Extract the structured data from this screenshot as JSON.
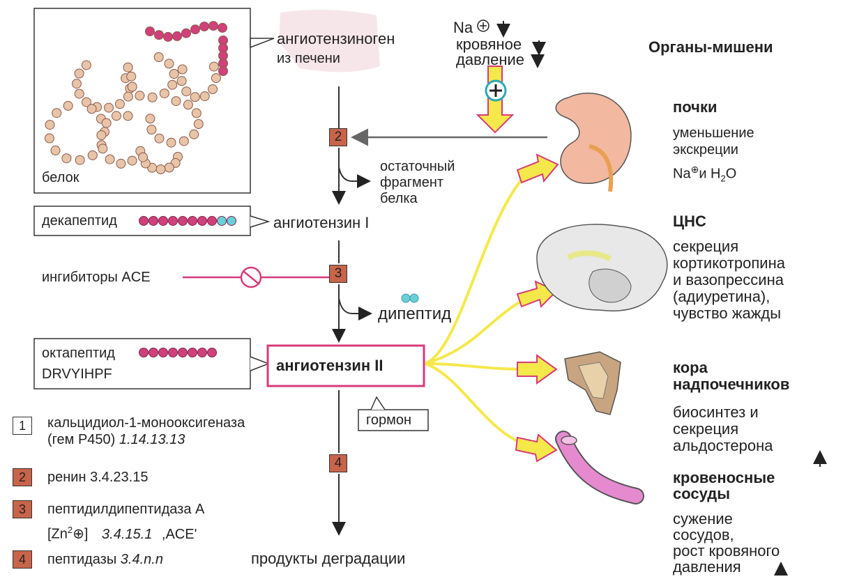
{
  "header": {
    "target_organs_title": "Органы-мишени"
  },
  "protein_box": {
    "label": "белок"
  },
  "pathway": {
    "angiotensinogen": "ангиотензиноген",
    "from_liver": "из печени",
    "stimulus_na": "Na",
    "stimulus_pressure_1": "кровяное",
    "stimulus_pressure_2": "давление",
    "residual_1": "остаточный",
    "residual_2": "фрагмент",
    "residual_3": "белка",
    "angiotensin_1": "ангиотензин I",
    "dipeptide": "дипептид",
    "angiotensin_2": "ангиотензин II",
    "hormone": "гормон",
    "degradation": "продукты деградации",
    "enzyme_2": "2",
    "enzyme_3": "3",
    "enzyme_4": "4"
  },
  "side_labels": {
    "decapeptide": "декапептид",
    "ace_inhibitors": "ингибиторы ACE",
    "octapeptide": "октапептид",
    "sequence": "DRVYIHPF"
  },
  "legend": [
    {
      "num": "1",
      "line1": "кальцидиол-1-монооксигеназа",
      "line2_plain": "(гем P450) ",
      "line2_italic": "1.14.13.13"
    },
    {
      "num": "2",
      "line1": "ренин 3.4.23.15"
    },
    {
      "num": "3",
      "line1": "пептидилдипептидаза А",
      "line2_plain": "[Zn",
      "line2_sup": "2",
      "line2_rest": "]",
      "line2_italic": "3.4.15.1",
      "line2_tail": ",ACE'"
    },
    {
      "num": "4",
      "line1_plain": "пептидазы ",
      "line1_italic": "3.4.n.n"
    }
  ],
  "organs": {
    "kidneys": {
      "title": "почки",
      "l1": "уменьшение",
      "l2": "экскреции",
      "l3": "Na",
      "l3b": "и H",
      "l3c": "2",
      "l3d": "O"
    },
    "cns": {
      "title": "ЦНС",
      "l1": "секреция",
      "l2": "кортикотропина",
      "l3": "и вазопрессина",
      "l4": "(адиуретина),",
      "l5": "чувство жажды"
    },
    "adrenal": {
      "title1": "кора",
      "title2": "надпочечников",
      "l1": "биосинтез и",
      "l2": "секреция",
      "l3": "альдостерона"
    },
    "vessels": {
      "title1": "кровеносные",
      "title2": "сосуды",
      "l1": "сужение",
      "l2": "сосудов,",
      "l3": "рост кровяного",
      "l4": "давления"
    }
  },
  "colors": {
    "enzyme_fill": "#c8644a",
    "bead_tan": "#e8c4a8",
    "bead_magenta": "#d0407a",
    "bead_cyan": "#6ad0d8",
    "yellow_flow": "#f5e84a",
    "pink_line": "#d83a7a",
    "kidney": "#f2b8a0",
    "vessel": "#e68ad0"
  }
}
